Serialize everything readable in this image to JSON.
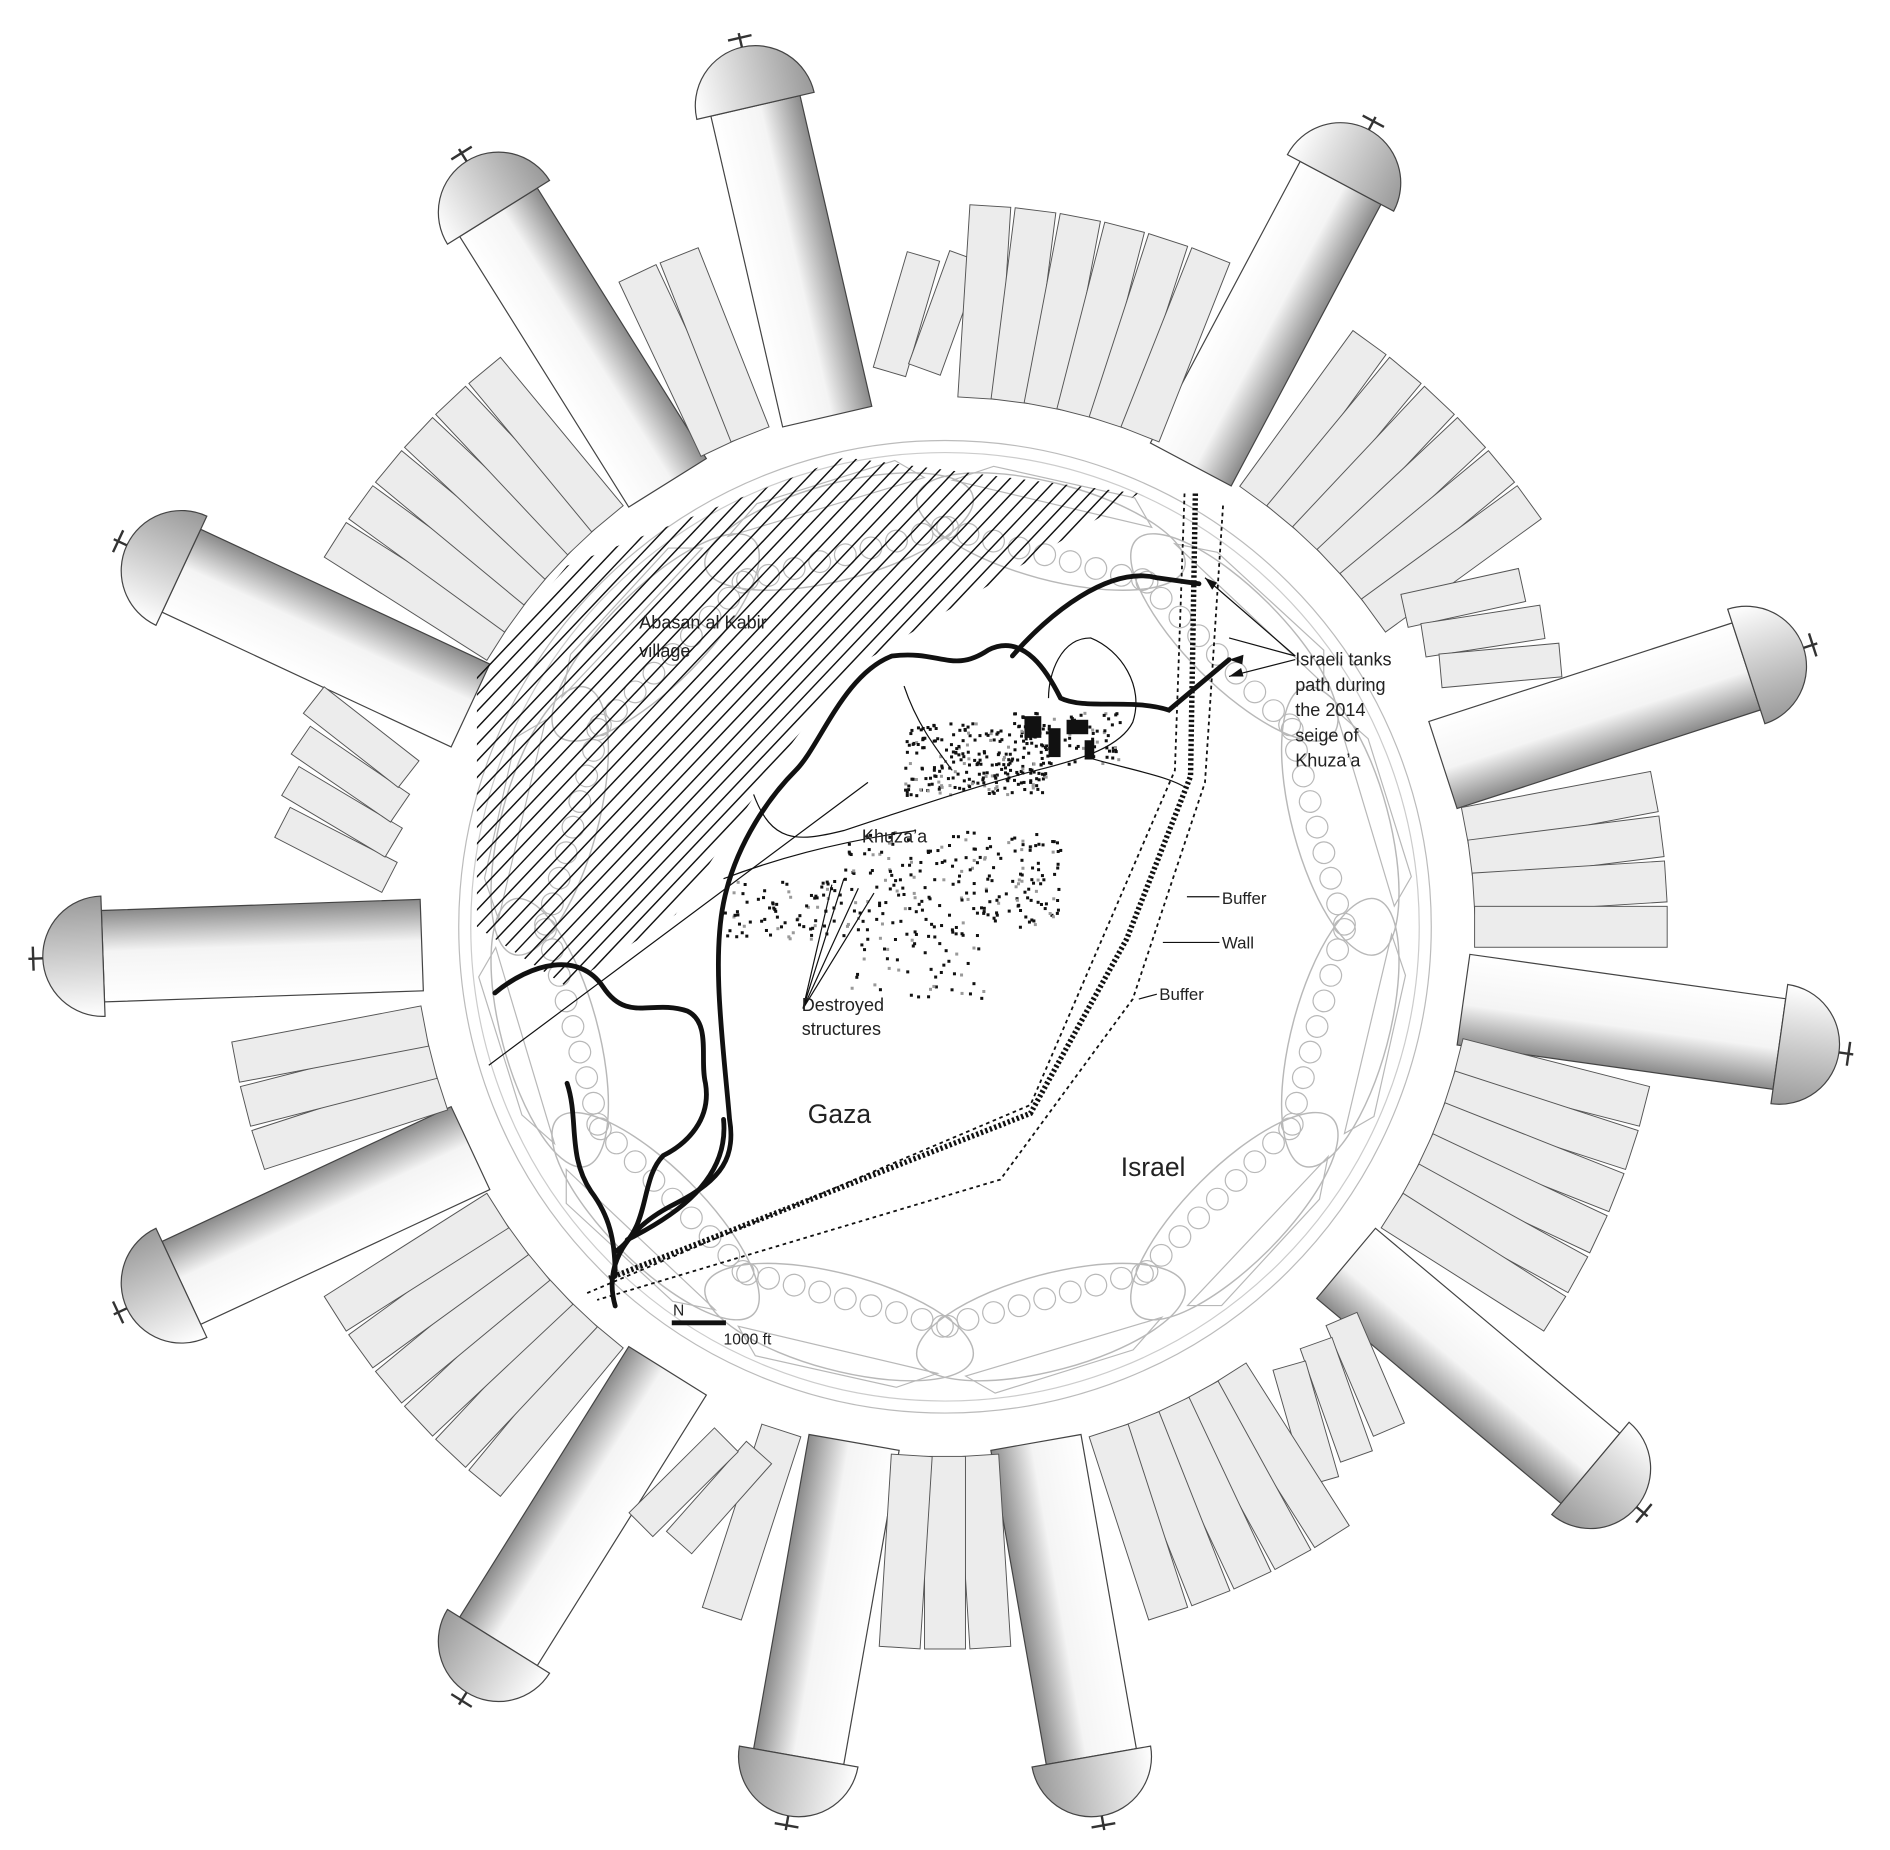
{
  "labels": {
    "village_line1": "Abasan al Kabir",
    "village_line2": "village",
    "town": "Khuza’a",
    "destroyed_line1": "Destroyed",
    "destroyed_line2": "structures",
    "tanks_line1": "Israeli tanks",
    "tanks_line2": "path during",
    "tanks_line3": "the 2014",
    "tanks_line4": "seige of",
    "tanks_line5": "Khuza’a",
    "buffer_upper": "Buffer",
    "wall": "Wall",
    "buffer_lower": "Buffer",
    "gaza": "Gaza",
    "israel": "Israel",
    "north": "N",
    "scale": "1000 ft"
  },
  "colors": {
    "ink": "#111111",
    "panel_fill": "#ececec",
    "panel_stroke": "#555555",
    "tank_stroke": "#b8b8b8"
  }
}
